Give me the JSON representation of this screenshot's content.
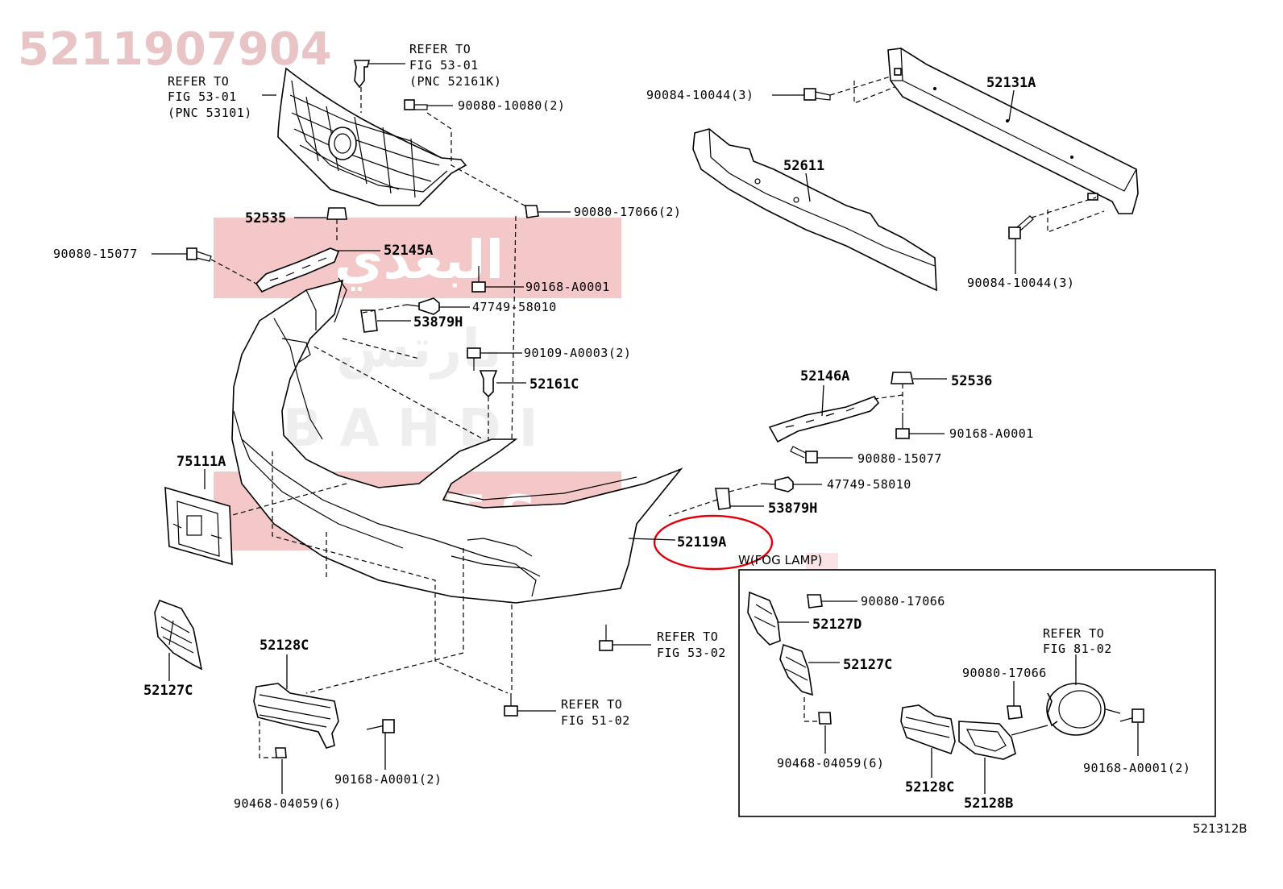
{
  "watermark": {
    "part_number": "5211907904",
    "arabic_brand": "البعدي",
    "arabic_parts": "بارتس",
    "latin_brand": "BAHDI",
    "latin_parts": "PARTS",
    "band_color": "#f4c7c9"
  },
  "highlight": {
    "label": "52119A",
    "ring_color": "#e0000b"
  },
  "labels": {
    "refer_53_01_grille": "REFER TO",
    "refer_53_01_grille_b": "FIG 53-01",
    "refer_53_01_grille_c": "(PNC 53101)",
    "refer_53_01_clip": "REFER TO",
    "refer_53_01_clip_b": "FIG 53-01",
    "refer_53_01_clip_c": "(PNC 52161K)",
    "p90080_10080": "90080-10080(2)",
    "p90080_17066_top": "90080-17066(2)",
    "p52535": "52535",
    "p52145A": "52145A",
    "p90080_15077_left": "90080-15077",
    "p90168_A0001_top": "90168-A0001",
    "p47749_58010_top": "47749-58010",
    "p53879H_top": "53879H",
    "p90109_A0003": "90109-A0003(2)",
    "p52161C": "52161C",
    "p90084_10044_a": "90084-10044(3)",
    "p52131A": "52131A",
    "p52611": "52611",
    "p90084_10044_b": "90084-10044(3)",
    "p52146A": "52146A",
    "p52536": "52536",
    "p90168_A0001_right": "90168-A0001",
    "p90080_15077_right": "90080-15077",
    "p47749_58010_right": "47749-58010",
    "p53879H_right": "53879H",
    "p75111A": "75111A",
    "p52119A": "52119A",
    "refer_53_02": "REFER TO",
    "refer_53_02_b": "FIG 53-02",
    "p52127C_left": "52127C",
    "p52128C_left": "52128C",
    "refer_51_02": "REFER TO",
    "refer_51_02_b": "FIG 51-02",
    "p90168_A0001_2_left": "90168-A0001(2)",
    "p90468_04059_left": "90468-04059(6)",
    "fog_title": "W(FOG LAMP)",
    "fog_90080_17066_a": "90080-17066",
    "fog_52127D": "52127D",
    "fog_52127C": "52127C",
    "fog_refer": "REFER TO",
    "fog_refer_b": "FIG 81-02",
    "fog_90080_17066_b": "90080-17066",
    "fog_90468_04059": "90468-04059(6)",
    "fog_52128C": "52128C",
    "fog_52128B": "52128B",
    "fog_90168_A0001_2": "90168-A0001(2)",
    "diagram_id": "521312B"
  }
}
